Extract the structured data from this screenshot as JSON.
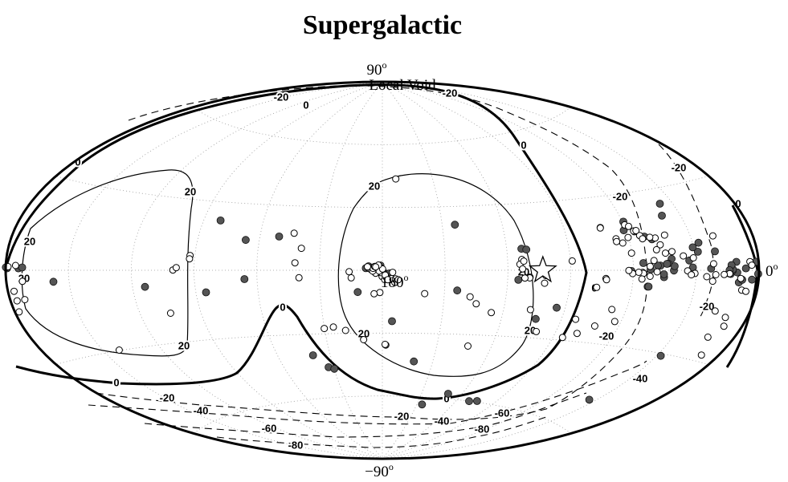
{
  "chart_data": {
    "type": "scatter",
    "projection": "aitoff",
    "title": "Supergalactic",
    "labels": {
      "top": "90",
      "top_sup": "o",
      "bottom": "−90",
      "bottom_sup": "o",
      "right": "0",
      "right_sup": "o",
      "center": "180",
      "center_sup": "o",
      "annotation": "Local Void"
    },
    "grid": true,
    "contours": [
      {
        "level": 0,
        "style": "thick",
        "label": "0"
      },
      {
        "level": 20,
        "style": "thin",
        "label": "20"
      },
      {
        "level": -20,
        "style": "dashed",
        "label": "-20"
      },
      {
        "level": -40,
        "style": "dashed",
        "label": "-40"
      },
      {
        "level": -60,
        "style": "dashed",
        "label": "-60"
      },
      {
        "level": -80,
        "style": "dashed",
        "label": "-80"
      }
    ],
    "series": [
      {
        "marker": "filled",
        "points": [
          [
            187.9,
            1.0
          ],
          [
            182.8,
            1.4
          ],
          [
            184.5,
            1.3
          ],
          [
            181.3,
            -0.9
          ],
          [
            180.9,
            2.3
          ],
          [
            178.3,
            -1.6
          ],
          [
            179.0,
            -1.8
          ],
          [
            176.3,
            -3.3
          ],
          [
            186.6,
            1.9
          ],
          [
            183.0,
            0.4
          ],
          [
            176.1,
            -4.3
          ],
          [
            177.4,
            -1.9
          ],
          [
            176.6,
            -1.5
          ],
          [
            180.3,
            -1.8
          ],
          [
            180.6,
            0.9
          ],
          [
            183.4,
            -0.9
          ],
          [
            185.1,
            1.2
          ],
          [
            191.9,
            -10.4
          ],
          [
            175.1,
            -24.3
          ],
          [
            161.2,
            -43.4
          ],
          [
            143.6,
            21.4
          ],
          [
            112.9,
            9.7
          ],
          [
            114.9,
            -4.3
          ],
          [
            110.6,
            9.3
          ],
          [
            6.3,
            0.6
          ],
          [
            1.3,
            2.6
          ],
          [
            0.4,
            -1.1
          ],
          [
            3.2,
            -2.9
          ],
          [
            9.3,
            -3.9
          ],
          [
            7.8,
            -3.0
          ],
          [
            10.7,
            2.7
          ],
          [
            13.6,
            0.4
          ],
          [
            13.0,
            0.3
          ],
          [
            13.5,
            -1.2
          ],
          [
            10.4,
            -0.7
          ],
          [
            14.3,
            -1.0
          ],
          [
            12.6,
            -0.1
          ],
          [
            12.5,
            0.3
          ],
          [
            13.1,
            1.7
          ],
          [
            14.1,
            0.0
          ],
          [
            20.2,
            6.4
          ],
          [
            33.1,
            3.5
          ],
          [
            22.9,
            0.6
          ],
          [
            28.4,
            6.5
          ],
          [
            27.1,
            9.6
          ],
          [
            30.4,
            8.1
          ],
          [
            31.6,
            1.0
          ],
          [
            41.5,
            4.2
          ],
          [
            40.7,
            -0.1
          ],
          [
            40.3,
            1.5
          ],
          [
            45.3,
            -2.6
          ],
          [
            43.3,
            2.5
          ],
          [
            47.0,
            1.8
          ],
          [
            45.4,
            -1.5
          ],
          [
            43.9,
            2.4
          ],
          [
            48.3,
            1.8
          ],
          [
            55.2,
            2.8
          ],
          [
            52.2,
            13.0
          ],
          [
            48.9,
            11.8
          ],
          [
            51.8,
            0.3
          ],
          [
            36.3,
            24.5
          ],
          [
            39.1,
            20.2
          ],
          [
            59.5,
            19.3
          ],
          [
            61.0,
            -0.3
          ],
          [
            61.1,
            15.9
          ],
          [
            52.6,
            -6.3
          ],
          [
            52.2,
            -6.3
          ],
          [
            27.9,
            -30.8
          ],
          [
            34.1,
            -50.1
          ],
          [
            143.9,
            -9.5
          ],
          [
            102.8,
            -21.6
          ],
          [
            94.2,
            -16.3
          ],
          [
            104.1,
            -59.5
          ],
          [
            109.9,
            -60.0
          ],
          [
            130.1,
            -57.7
          ],
          [
            145.5,
            -63.5
          ],
          [
            213.1,
            -45.8
          ],
          [
            209.9,
            -46.6
          ],
          [
            219.9,
            -39.9
          ],
          [
            230.6,
            15.6
          ],
          [
            246.6,
            13.7
          ],
          [
            246.0,
            -4.0
          ],
          [
            265.1,
            -9.6
          ],
          [
            261.6,
            21.9
          ],
          [
            294.0,
            -6.7
          ],
          [
            353.9,
            0.6
          ],
          [
            352.1,
            0.9
          ],
          [
            359.3,
            0.6
          ],
          [
            337.5,
            -3.9
          ],
          [
            359.9,
            0.9
          ]
        ]
      },
      {
        "marker": "open",
        "points": [
          [
            186.5,
            0.9
          ],
          [
            185.4,
            0.3
          ],
          [
            182.4,
            -0.3
          ],
          [
            180.1,
            -3.0
          ],
          [
            178.9,
            -4.4
          ],
          [
            175.6,
            -4.0
          ],
          [
            174.0,
            -5.8
          ],
          [
            173.6,
            -4.1
          ],
          [
            172.4,
            -4.5
          ],
          [
            178.0,
            -3.5
          ],
          [
            180.3,
            -1.2
          ],
          [
            178.6,
            -2.3
          ],
          [
            183.2,
            -1.4
          ],
          [
            184.6,
            -0.4
          ],
          [
            177.4,
            -4.5
          ],
          [
            175.1,
            -1.0
          ],
          [
            184.4,
            0.9
          ],
          [
            187.1,
            1.7
          ],
          [
            181.5,
            -0.4
          ],
          [
            183.7,
            1.8
          ],
          [
            179.9,
            0.6
          ],
          [
            181.9,
            2.5
          ],
          [
            183.2,
            1.6
          ],
          [
            181.2,
            -10.6
          ],
          [
            184.0,
            -11.2
          ],
          [
            194.9,
            -3.6
          ],
          [
            195.9,
            -0.7
          ],
          [
            172.0,
            43.6
          ],
          [
            159.5,
            -11.1
          ],
          [
            137.4,
            -12.4
          ],
          [
            134.0,
            -15.6
          ],
          [
            125.8,
            -19.5
          ],
          [
            132.9,
            -35.3
          ],
          [
            178.1,
            -35.7
          ],
          [
            178.5,
            -35.4
          ],
          [
            190.1,
            -33.1
          ],
          [
            199.2,
            -28.6
          ],
          [
            205.3,
            -26.9
          ],
          [
            210.1,
            -27.5
          ],
          [
            219.9,
            -3.5
          ],
          [
            221.8,
            3.5
          ],
          [
            223.5,
            17.3
          ],
          [
            219.1,
            10.3
          ],
          [
            113.2,
            4.9
          ],
          [
            114.2,
            2.7
          ],
          [
            113.0,
            0.6
          ],
          [
            112.3,
            4.1
          ],
          [
            109.4,
            -3.1
          ],
          [
            109.5,
            -3.4
          ],
          [
            111.8,
            -3.5
          ],
          [
            101.9,
            -2.3
          ],
          [
            102.2,
            -5.7
          ],
          [
            106.8,
            -17.6
          ],
          [
            82.9,
            -20.8
          ],
          [
            77.0,
            -7.1
          ],
          [
            73.0,
            -3.4
          ],
          [
            72.7,
            -3.9
          ],
          [
            89.1,
            4.0
          ],
          [
            4.2,
            2.7
          ],
          [
            3.4,
            1.6
          ],
          [
            8.6,
            -2.6
          ],
          [
            7.3,
            -6.3
          ],
          [
            5.2,
            -6.6
          ],
          [
            16.8,
            -13.6
          ],
          [
            12.8,
            -22.2
          ],
          [
            8.4,
            -27.9
          ],
          [
            8.7,
            -18.1
          ],
          [
            10.4,
            -15.3
          ],
          [
            14.0,
            -1.1
          ],
          [
            16.6,
            -1.4
          ],
          [
            21.9,
            -3.7
          ],
          [
            20.6,
            -1.5
          ],
          [
            21.6,
            2.2
          ],
          [
            24.9,
            -2.2
          ],
          [
            19.1,
            11.6
          ],
          [
            34.1,
            -0.2
          ],
          [
            30.6,
            -1.1
          ],
          [
            32.3,
            -1.6
          ],
          [
            31.0,
            4.4
          ],
          [
            35.7,
            5.2
          ],
          [
            40.8,
            6.9
          ],
          [
            44.0,
            6.4
          ],
          [
            45.7,
            9.6
          ],
          [
            47.2,
            12.2
          ],
          [
            42.2,
            13.1
          ],
          [
            49.7,
            12.6
          ],
          [
            54.3,
            13.5
          ],
          [
            56.1,
            15.1
          ],
          [
            56.4,
            15.4
          ],
          [
            60.2,
            13.0
          ],
          [
            59.6,
            18.0
          ],
          [
            53.4,
            12.2
          ],
          [
            48.0,
            7.8
          ],
          [
            50.0,
            3.7
          ],
          [
            48.7,
            -0.6
          ],
          [
            52.0,
            1.5
          ],
          [
            55.6,
            -0.8
          ],
          [
            55.2,
            -1.2
          ],
          [
            57.5,
            -0.8
          ],
          [
            60.3,
            6.8
          ],
          [
            66.2,
            12.7
          ],
          [
            72.0,
            17.6
          ],
          [
            58.0,
            17.3
          ],
          [
            55.2,
            15.5
          ],
          [
            63.5,
            10.9
          ],
          [
            55.8,
            -3.4
          ],
          [
            52.0,
            -2.3
          ],
          [
            60.4,
            -1.3
          ],
          [
            62.2,
            -0.1
          ],
          [
            66.3,
            11.6
          ],
          [
            72.1,
            17.4
          ],
          [
            63.1,
            -20.6
          ],
          [
            67.0,
            -15.9
          ],
          [
            71.9,
            -23.0
          ],
          [
            78.8,
            -26.6
          ],
          [
            85.0,
            -28.8
          ],
          [
            100.0,
            -27.1
          ],
          [
            353.0,
            -9.3
          ],
          [
            356.9,
            -9.5
          ],
          [
            357.1,
            -6.5
          ],
          [
            352.3,
            -3.5
          ],
          [
            355.3,
            1.5
          ],
          [
            358.9,
            1.1
          ],
          [
            358.0,
            -12.9
          ],
          [
            321.8,
            -29.8
          ],
          [
            280.1,
            0.1
          ],
          [
            278.5,
            1.1
          ],
          [
            272.3,
            6.3
          ],
          [
            272.4,
            4.9
          ],
          [
            285.0,
            -17.8
          ]
        ]
      }
    ],
    "markers": [
      {
        "symbol": "star",
        "lon": 103.3,
        "lat": 0.0
      }
    ]
  }
}
